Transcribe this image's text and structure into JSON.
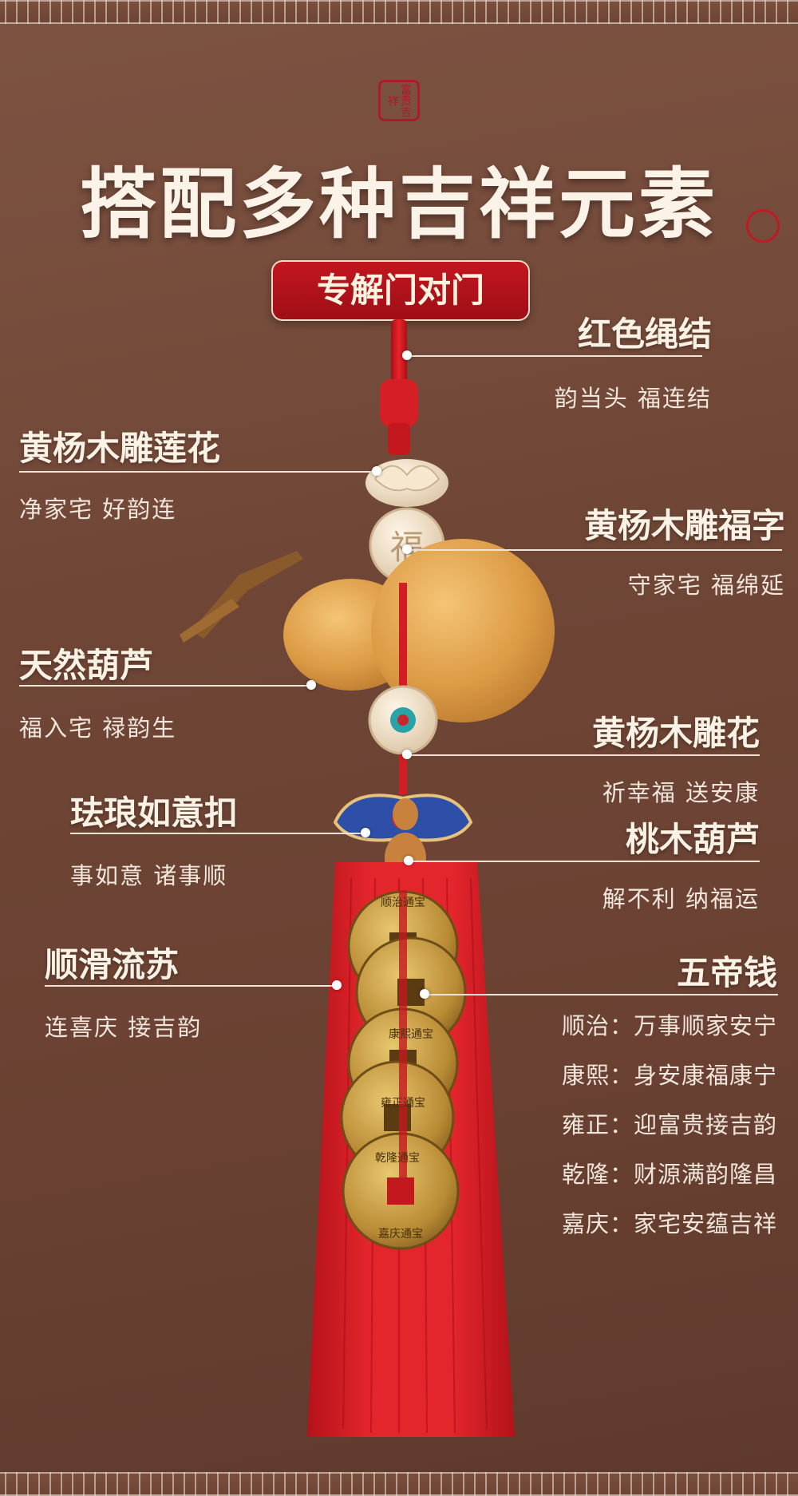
{
  "header": {
    "seal_text": "富贵吉祥",
    "title": "搭配多种吉祥元素",
    "badge": "专解门对门"
  },
  "labels": {
    "red_knot": {
      "name": "红色绳结",
      "desc": "韵当头  福连结"
    },
    "lotus": {
      "name": "黄杨木雕莲花",
      "desc": "净家宅  好韵连"
    },
    "fu_bead": {
      "name": "黄杨木雕福字",
      "desc": "守家宅  福绵延"
    },
    "gourd": {
      "name": "天然葫芦",
      "desc": "福入宅  禄韵生"
    },
    "carved_flower": {
      "name": "黄杨木雕花",
      "desc": "祈幸福  送安康"
    },
    "ruyi_clasp": {
      "name": "珐琅如意扣",
      "desc": "事如意  诸事顺"
    },
    "peach_gourd": {
      "name": "桃木葫芦",
      "desc": "解不利  纳福运"
    },
    "tassel": {
      "name": "顺滑流苏",
      "desc": "连喜庆  接吉韵"
    },
    "coins": {
      "name": "五帝钱",
      "lines": [
        "顺治：万事顺家安宁",
        "康熙：身安康福康宁",
        "雍正：迎富贵接吉韵",
        "乾隆：财源满韵隆昌",
        "嘉庆：家宅安蕴吉祥"
      ]
    }
  },
  "coins": {
    "inscriptions": [
      "顺治通宝",
      "康熙通宝",
      "雍正通宝",
      "乾隆通宝",
      "嘉庆通宝"
    ]
  },
  "colors": {
    "background": "#6f4636",
    "accent_red": "#c2161f",
    "text": "#fbf2e6",
    "gourd": "#e0a24c",
    "coin": "#c9a24a"
  }
}
